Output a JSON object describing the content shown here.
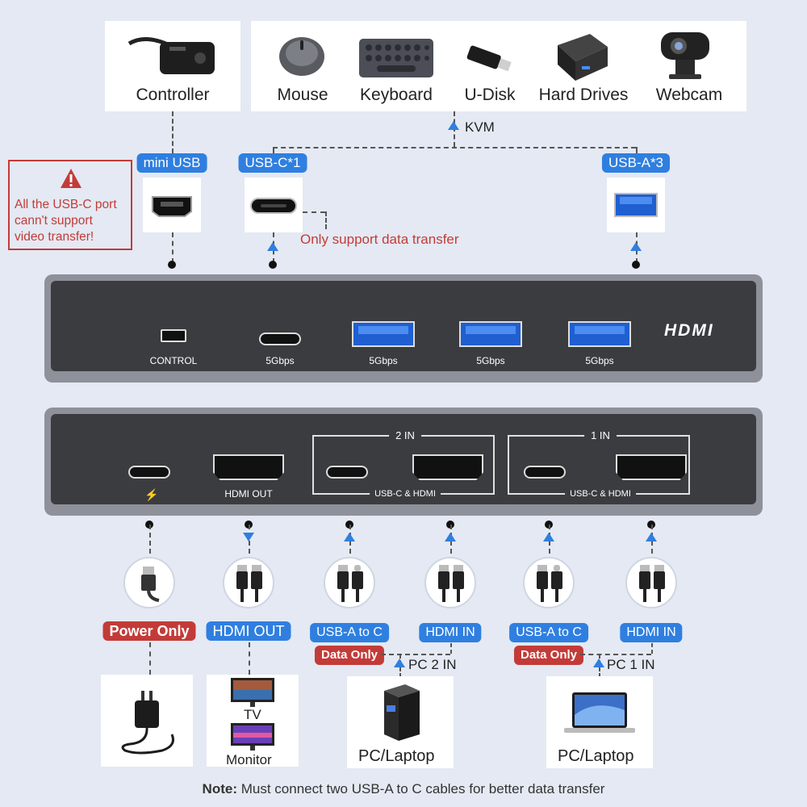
{
  "top_devices": {
    "controller": "Controller",
    "mouse": "Mouse",
    "keyboard": "Keyboard",
    "udisk": "U-Disk",
    "hard_drives": "Hard Drives",
    "webcam": "Webcam"
  },
  "kvm_label": "KVM",
  "warning": {
    "line1": "All the USB-C port",
    "line2": "cann't support",
    "line3": "video transfer!"
  },
  "top_badges": {
    "mini_usb": "mini USB",
    "usbc": "USB-C*1",
    "usba": "USB-A*3"
  },
  "data_only_note": "Only support data transfer",
  "front_panel": {
    "control": "CONTROL",
    "port_speed": "5Gbps",
    "brand": "HDMI"
  },
  "back_panel": {
    "hdmi_out": "HDMI OUT",
    "in2": "2 IN",
    "in1": "1 IN",
    "group_sub": "USB-C & HDMI"
  },
  "cable_labels": {
    "power_only": "Power Only",
    "hdmi_out": "HDMI OUT",
    "usba_to_c": "USB-A to C",
    "hdmi_in": "HDMI IN",
    "data_only": "Data Only",
    "pc2_in": "PC 2 IN",
    "pc1_in": "PC 1 IN"
  },
  "bottom_devices": {
    "tv": "TV",
    "monitor": "Monitor",
    "pc_laptop": "PC/Laptop"
  },
  "note": {
    "prefix": "Note:",
    "text": " Must connect two USB-A to C cables for better data transfer"
  },
  "colors": {
    "accent_blue": "#2f7fe0",
    "warning_red": "#c33b38",
    "panel_gray": "#3b3c40",
    "background": "#e4e9f3"
  }
}
